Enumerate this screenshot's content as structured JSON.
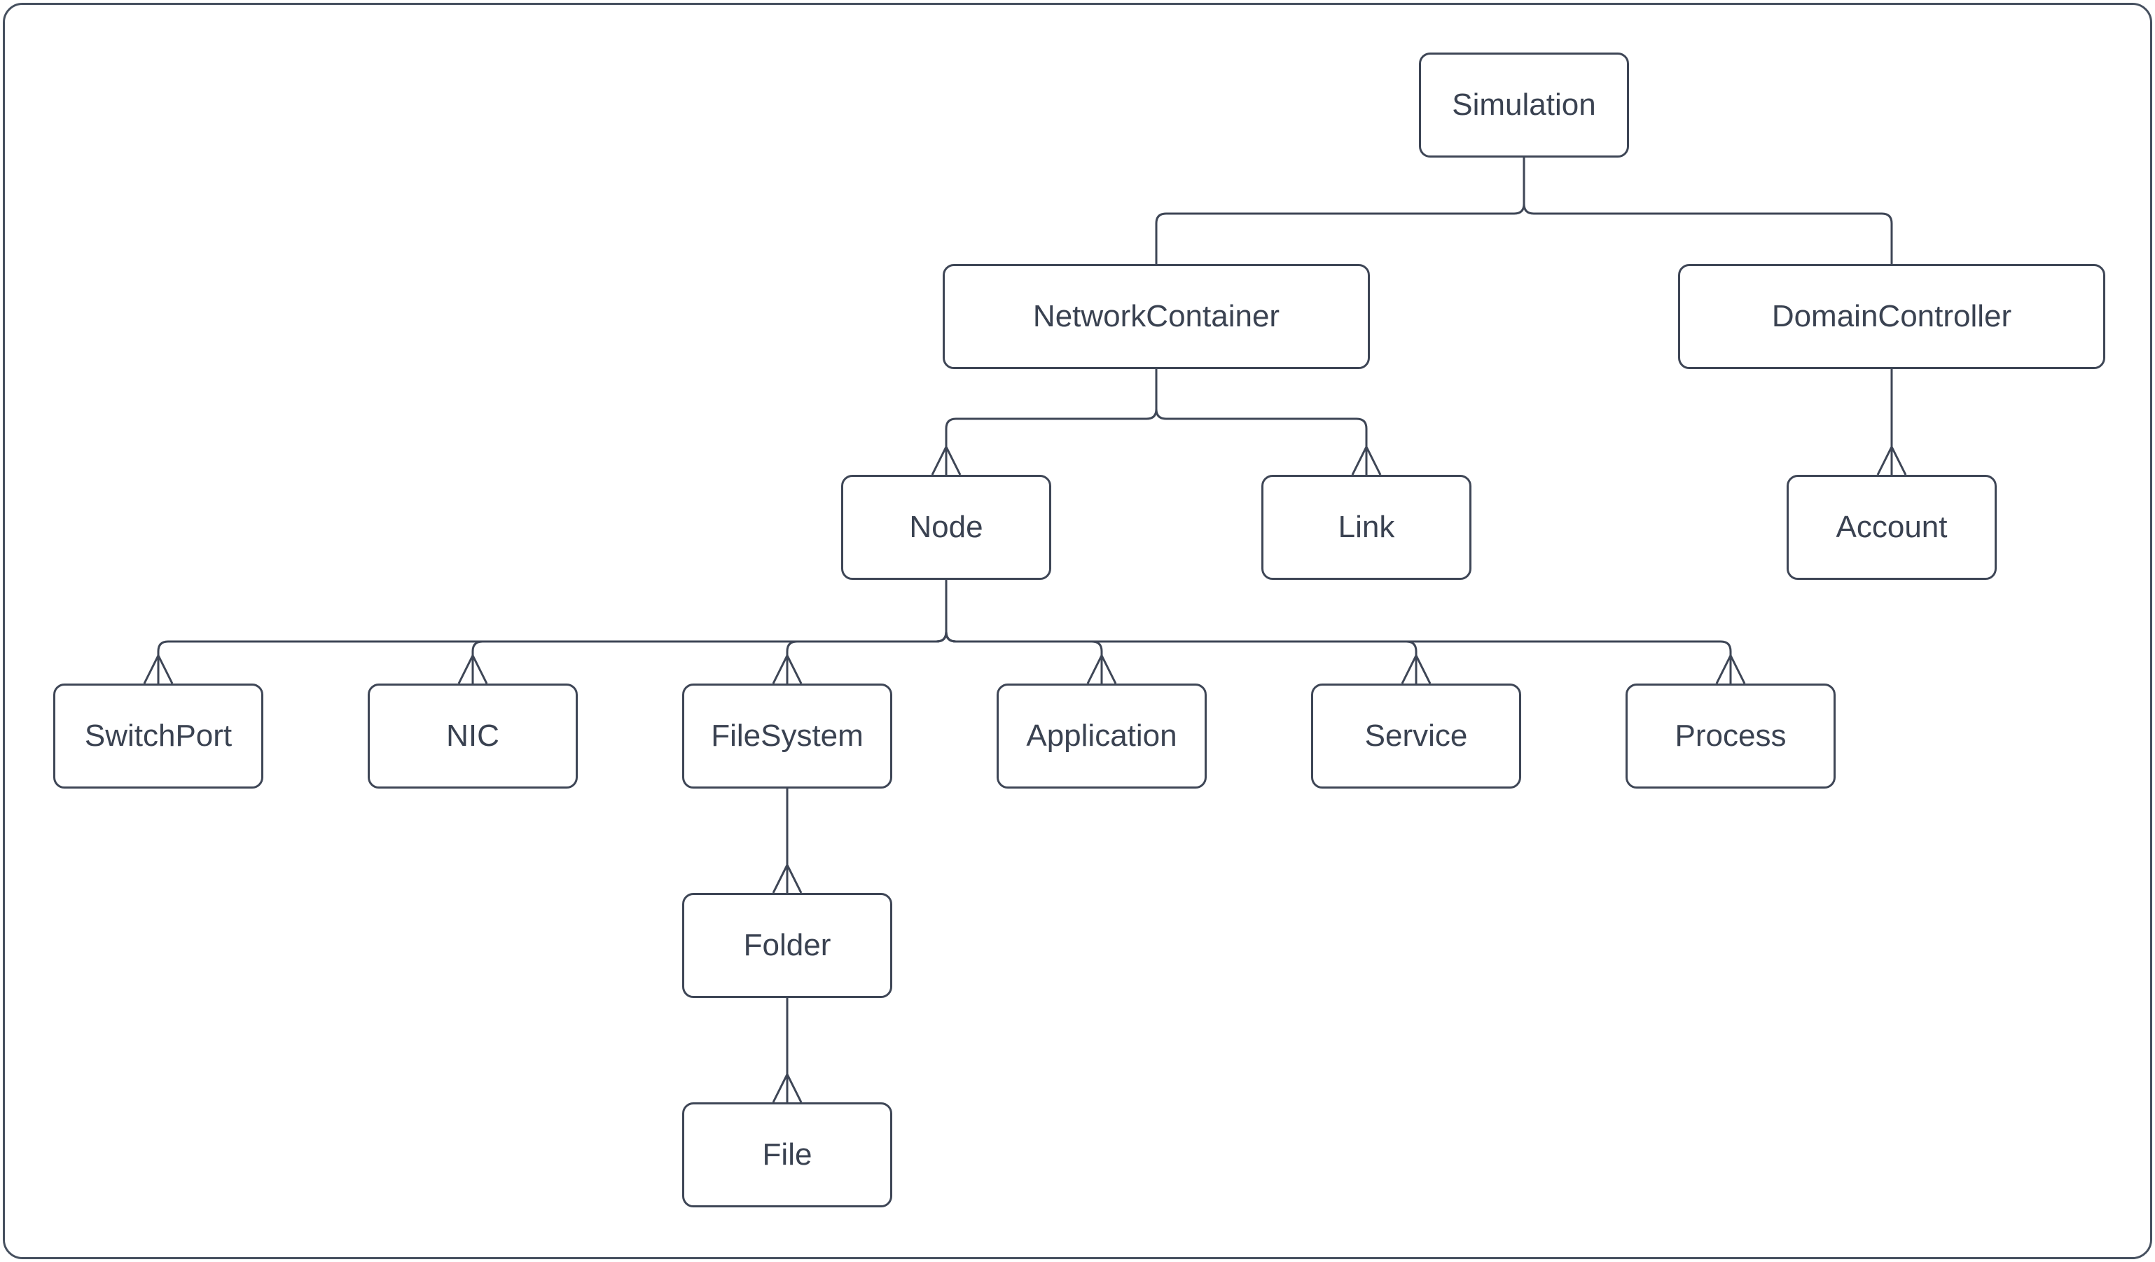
{
  "diagram": {
    "type": "tree-hierarchy",
    "colors": {
      "stroke": "#3e4656",
      "text": "#3a4251",
      "background": "#ffffff",
      "canvas_border": "#46505f"
    },
    "nodes": [
      {
        "id": "simulation",
        "label": "Simulation"
      },
      {
        "id": "network-container",
        "label": "NetworkContainer"
      },
      {
        "id": "domain-controller",
        "label": "DomainController"
      },
      {
        "id": "node",
        "label": "Node"
      },
      {
        "id": "link",
        "label": "Link"
      },
      {
        "id": "account",
        "label": "Account"
      },
      {
        "id": "switch-port",
        "label": "SwitchPort"
      },
      {
        "id": "nic",
        "label": "NIC"
      },
      {
        "id": "file-system",
        "label": "FileSystem"
      },
      {
        "id": "application",
        "label": "Application"
      },
      {
        "id": "service",
        "label": "Service"
      },
      {
        "id": "process",
        "label": "Process"
      },
      {
        "id": "folder",
        "label": "Folder"
      },
      {
        "id": "file",
        "label": "File"
      }
    ],
    "edges": [
      {
        "from": "simulation",
        "to": "network-container",
        "arrowhead": "none"
      },
      {
        "from": "simulation",
        "to": "domain-controller",
        "arrowhead": "none"
      },
      {
        "from": "network-container",
        "to": "node",
        "arrowhead": "chevron"
      },
      {
        "from": "network-container",
        "to": "link",
        "arrowhead": "chevron"
      },
      {
        "from": "domain-controller",
        "to": "account",
        "arrowhead": "chevron"
      },
      {
        "from": "node",
        "to": "switch-port",
        "arrowhead": "chevron"
      },
      {
        "from": "node",
        "to": "nic",
        "arrowhead": "chevron"
      },
      {
        "from": "node",
        "to": "file-system",
        "arrowhead": "chevron"
      },
      {
        "from": "node",
        "to": "application",
        "arrowhead": "chevron"
      },
      {
        "from": "node",
        "to": "service",
        "arrowhead": "chevron"
      },
      {
        "from": "node",
        "to": "process",
        "arrowhead": "chevron"
      },
      {
        "from": "file-system",
        "to": "folder",
        "arrowhead": "chevron"
      },
      {
        "from": "folder",
        "to": "file",
        "arrowhead": "chevron"
      }
    ]
  }
}
